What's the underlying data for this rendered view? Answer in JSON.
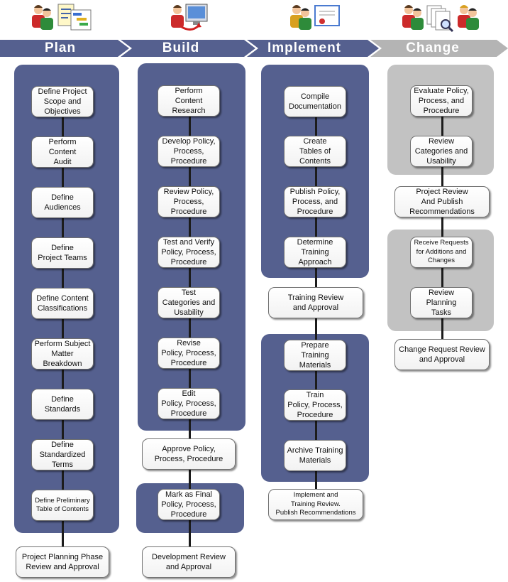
{
  "phases": [
    {
      "label": "Plan",
      "color": "#55608f"
    },
    {
      "label": "Build",
      "color": "#55608f"
    },
    {
      "label": "Implement",
      "color": "#55608f"
    },
    {
      "label": "Change",
      "color": "#b4b4b4"
    }
  ],
  "plan": {
    "steps": [
      "Define Project\nScope and\nObjectives",
      "Perform Content\nAudit",
      "Define\nAudiences",
      "Define\nProject Teams",
      "Define Content\nClassifications",
      "Perform Subject\nMatter\nBreakdown",
      "Define\nStandards",
      "Define\nStandardized\nTerms",
      "Define Preliminary\nTable of Contents"
    ],
    "review": "Project Planning Phase\nReview and Approval"
  },
  "build": {
    "steps": [
      "Perform Content\nResearch",
      "Develop Policy,\nProcess,\nProcedure",
      "Review Policy,\nProcess,\nProcedure",
      "Test and Verify\nPolicy, Process,\nProcedure",
      "Test\nCategories and\nUsability",
      "Revise\nPolicy, Process,\nProcedure",
      "Edit\nPolicy, Process,\nProcedure"
    ],
    "approve": "Approve  Policy,\nProcess, Procedure",
    "final": "Mark as Final\nPolicy, Process,\nProcedure",
    "review": "Development Review\nand Approval"
  },
  "implement": {
    "steps1": [
      "Compile\nDocumentation",
      "Create\nTables of\nContents",
      "Publish Policy,\nProcess, and\nProcedure",
      "Determine\nTraining\nApproach"
    ],
    "training_review": "Training Review\nand Approval",
    "steps2": [
      "Prepare Training\nMaterials",
      "Train\nPolicy, Process,\nProcedure",
      "Archive Training\nMaterials"
    ],
    "final": "Implement and\nTraining Review.\nPublish Recommendations"
  },
  "change": {
    "steps1": [
      "Evaluate Policy,\nProcess, and\nProcedure",
      "Review\nCategories and\nUsability"
    ],
    "project_review": "Project Review\nAnd Publish\nRecommendations",
    "steps2": [
      "Receive Requests\nfor Additions and\nChanges",
      "Review Planning\nTasks"
    ],
    "final": "Change Request Review\nand Approval"
  }
}
